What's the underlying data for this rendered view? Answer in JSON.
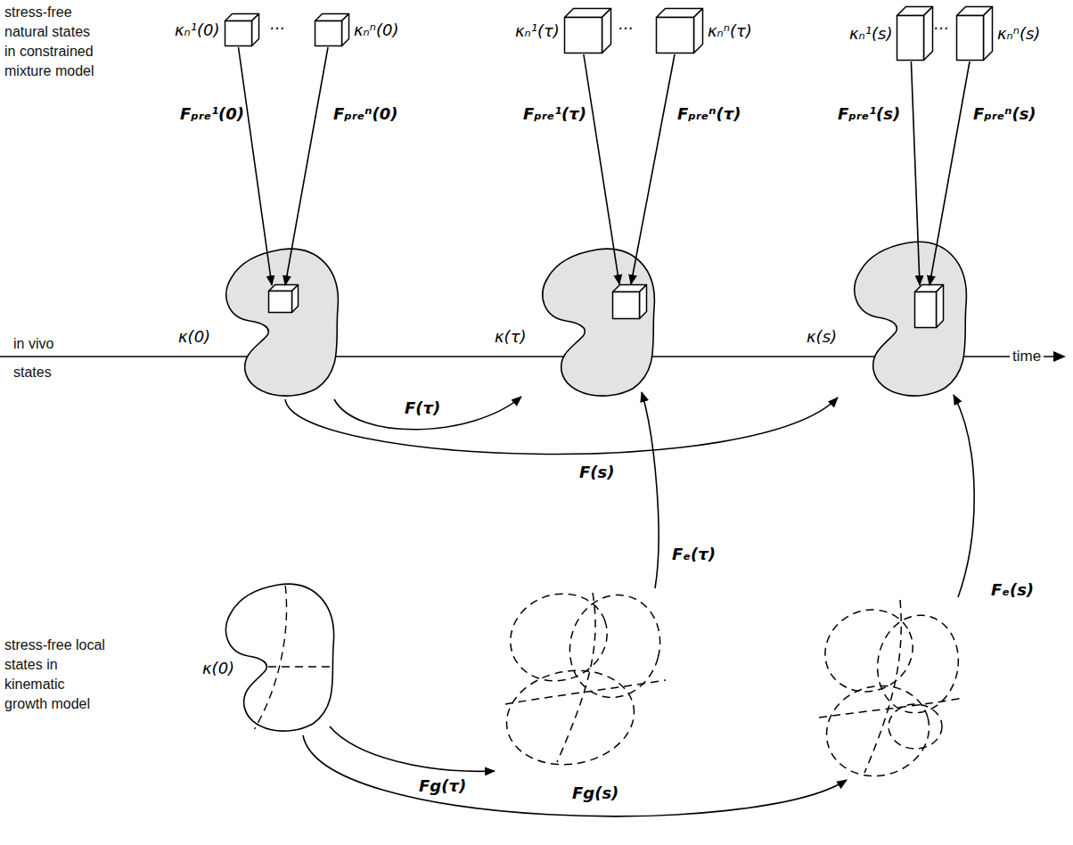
{
  "diagram": {
    "nodes": [
      {
        "text": [
          "κₙ¹(0)"
        ]
      },
      {
        "text": [
          "κₙⁿ(0)"
        ]
      },
      {
        "text": [
          "κₙ¹(τ)"
        ]
      },
      {
        "text": [
          "κₙⁿ(τ)"
        ]
      },
      {
        "text": [
          "κₙ¹(s)"
        ]
      },
      {
        "text": [
          "κₙⁿ(s)"
        ]
      },
      {
        "text": [
          "κ(0)"
        ]
      },
      {
        "text": [
          "κ(τ)"
        ]
      },
      {
        "text": [
          "κ(s)"
        ]
      },
      {
        "text": [
          "κ(0)"
        ]
      },
      {
        "text": []
      },
      {
        "text": []
      }
    ],
    "edges": [
      {
        "from": 0,
        "to": 6,
        "label": "Fₚᵣₑ¹(0)",
        "arrow": "to"
      },
      {
        "from": 1,
        "to": 6,
        "label": "Fₚᵣₑⁿ(0)",
        "arrow": "to"
      },
      {
        "from": 2,
        "to": 7,
        "label": "Fₚᵣₑ¹(τ)",
        "arrow": "to"
      },
      {
        "from": 3,
        "to": 7,
        "label": "Fₚᵣₑⁿ(τ)",
        "arrow": "to"
      },
      {
        "from": 4,
        "to": 8,
        "label": "Fₚᵣₑ¹(s)",
        "arrow": "to"
      },
      {
        "from": 5,
        "to": 8,
        "label": "Fₚᵣₑⁿ(s)",
        "arrow": "to"
      },
      {
        "from": 6,
        "to": 7,
        "label": "F(τ)",
        "arrow": "to"
      },
      {
        "from": 6,
        "to": 8,
        "label": "F(s)",
        "arrow": "to"
      },
      {
        "from": 9,
        "to": 10,
        "label": "Fg(τ)",
        "arrow": "to"
      },
      {
        "from": 9,
        "to": 11,
        "label": "Fg(s)",
        "arrow": "to"
      },
      {
        "from": 10,
        "to": 7,
        "label": "Fₑ(τ)",
        "arrow": "to"
      },
      {
        "from": 11,
        "to": 8,
        "label": "Fₑ(s)",
        "arrow": "to"
      }
    ],
    "labels": [
      "stress-free natural states in constrained mixture model",
      "···",
      "···",
      "···",
      "in vivo states",
      "time",
      "stress-free local states in kinematic growth model"
    ]
  }
}
